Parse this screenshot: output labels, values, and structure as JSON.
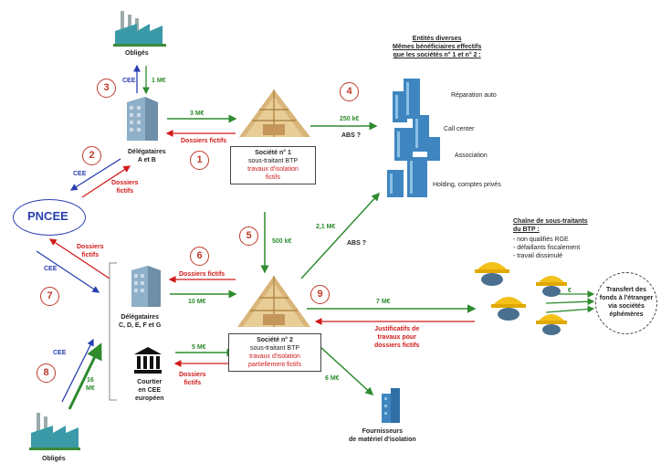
{
  "labels": {
    "obliges_top": "Obligés",
    "obliges_bottom": "Obligés",
    "delegataires_ab": [
      "Délégataires",
      "A et B"
    ],
    "delegataires_cdefg": [
      "Délégataires",
      "C, D, E, F et G"
    ],
    "courtier": [
      "Courtier",
      "en CEE",
      "européen"
    ],
    "pncee": "PNCEE",
    "societe1": [
      "Société n° 1",
      "sous-traitant BTP"
    ],
    "societe1_red": [
      "travaux d'isolation",
      "fictifs"
    ],
    "societe2": [
      "Société n° 2",
      "sous-traitant BTP"
    ],
    "societe2_red": [
      "travaux d'isolation",
      "partiellement fictifs"
    ],
    "entites_title": [
      "Entités diverses",
      "Mêmes bénéficiaires effectifs",
      "que les sociétés n° 1 et n° 2 :"
    ],
    "entites": [
      "Réparation auto",
      "Call center",
      "Association",
      "Holding, comptes privés"
    ],
    "chaine_title": [
      "Chaîne de sous-traitants",
      "du BTP :"
    ],
    "chaine_items": [
      "- non qualifiés RGE",
      "- défaillants fiscalement",
      "- travail dissimulé"
    ],
    "transfert": [
      "Transfert des",
      "fonds à l'étranger",
      "via sociétés",
      "éphémères"
    ],
    "fournisseurs": [
      "Fournisseurs",
      "de matériel d'isolation"
    ]
  },
  "flows": {
    "cee_top": "CEE",
    "m1_top": "1 M€",
    "m3": "3 M€",
    "dossiers_fictifs_1": "Dossiers fictifs",
    "k250": "250 k€",
    "abs1": "ABS ?",
    "cee_ab": "CEE",
    "dossiers_fictifs_ab": [
      "Dossiers",
      "fictifs"
    ],
    "k500": "500 k€",
    "m21": "2,1 M€",
    "abs2": "ABS ?",
    "dossiers_fictifs_pncee": [
      "Dossiers",
      "fictifs"
    ],
    "cee_pncee": "CEE",
    "dossiers_fictifs_6": "Dossiers fictifs",
    "m10": "10 M€",
    "m7": "7 M€",
    "justificatifs": [
      "Justificatifs de",
      "travaux pour",
      "dossiers fictifs"
    ],
    "euro": "€",
    "cee_bottom": "CEE",
    "m16": [
      "16",
      "M€"
    ],
    "m5": "5 M€",
    "dossiers_fictifs_courtier": [
      "Dossiers",
      "fictifs"
    ],
    "m6": "6 M€"
  },
  "steps": [
    "1",
    "2",
    "3",
    "4",
    "5",
    "6",
    "7",
    "8",
    "9"
  ],
  "colors": {
    "green": "#2e8b2e",
    "red": "#d11a1a",
    "blue": "#2a3fb0",
    "circle": "#c0392b"
  }
}
